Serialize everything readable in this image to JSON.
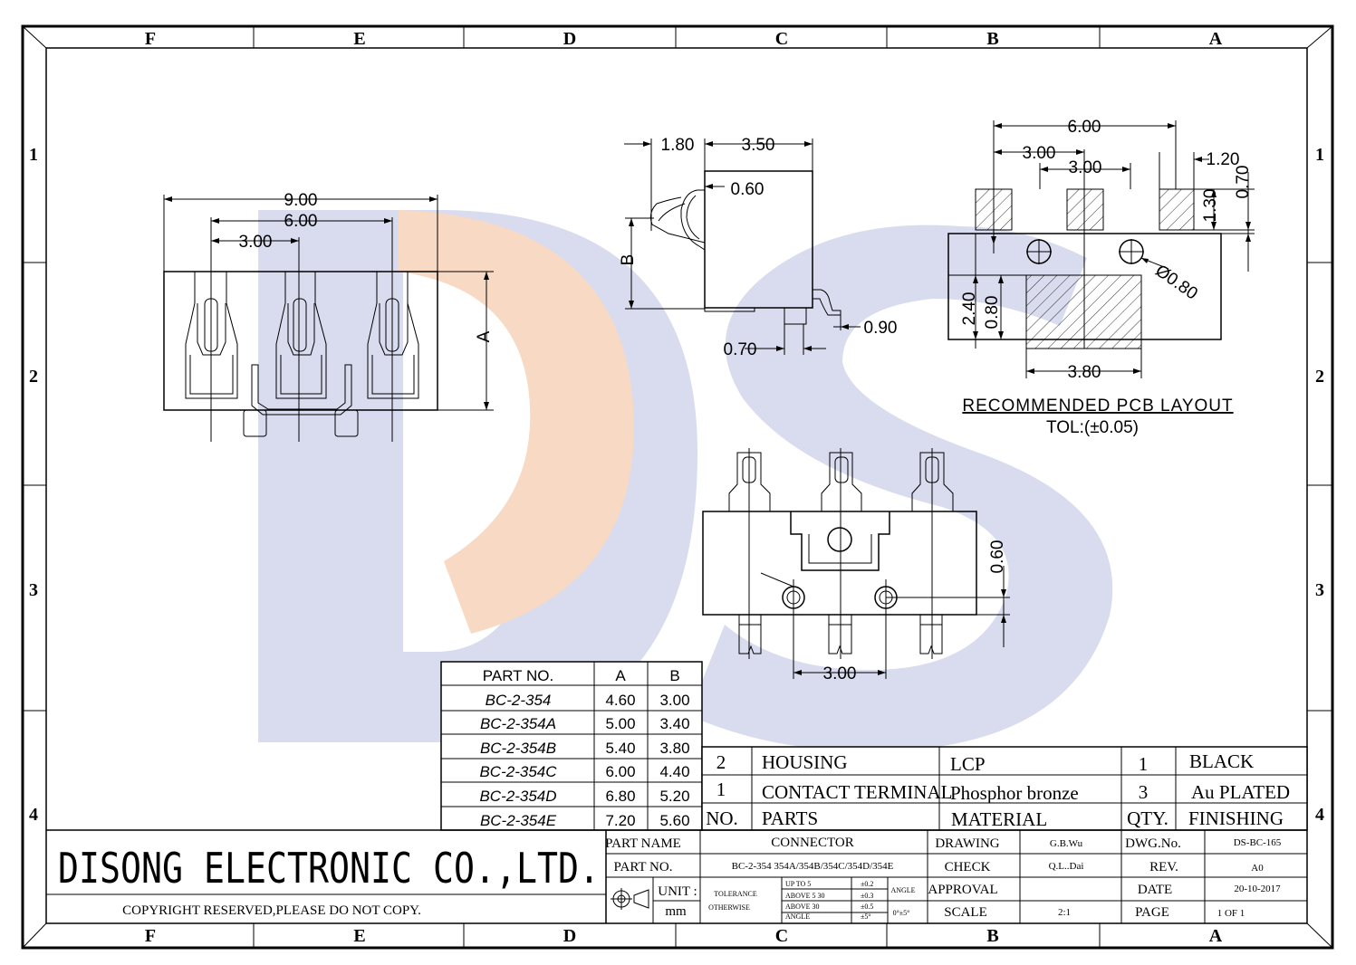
{
  "zones": {
    "columns": [
      "F",
      "E",
      "D",
      "C",
      "B",
      "A"
    ],
    "rows": [
      "1",
      "2",
      "3",
      "4"
    ]
  },
  "dims": {
    "front_9": "9.00",
    "front_6": "6.00",
    "front_3": "3.00",
    "front_A": "A",
    "side_180": "1.80",
    "side_350": "3.50",
    "side_060": "0.60",
    "side_B": "B",
    "side_090": "0.90",
    "side_070": "0.70",
    "pcb_600": "6.00",
    "pcb_300a": "3.00",
    "pcb_300b": "3.00",
    "pcb_120": "1.20",
    "pcb_070": "0.70",
    "pcb_130": "1.30",
    "pcb_phi": "Ø0.80",
    "pcb_240": "2.40",
    "pcb_080": "0.80",
    "pcb_380": "3.80",
    "top_060": "0.60",
    "top_300": "3.00"
  },
  "pcb": {
    "title": "RECOMMENDED PCB LAYOUT",
    "tol": "TOL:(±0.05)"
  },
  "part_table": {
    "headers": [
      "PART NO.",
      "A",
      "B"
    ],
    "rows": [
      [
        "BC-2-354",
        "4.60",
        "3.00"
      ],
      [
        "BC-2-354A",
        "5.00",
        "3.40"
      ],
      [
        "BC-2-354B",
        "5.40",
        "3.80"
      ],
      [
        "BC-2-354C",
        "6.00",
        "4.40"
      ],
      [
        "BC-2-354D",
        "6.80",
        "5.20"
      ],
      [
        "BC-2-354E",
        "7.20",
        "5.60"
      ]
    ]
  },
  "bom": {
    "rows": [
      [
        "2",
        "HOUSING",
        "LCP",
        "1",
        "BLACK"
      ],
      [
        "1",
        "CONTACT TERMINAL",
        "Phosphor bronze",
        "3",
        "Au PLATED"
      ]
    ],
    "header": [
      "NO.",
      "PARTS",
      "MATERIAL",
      "QTY.",
      "FINISHING"
    ]
  },
  "title_block": {
    "company": "DISONG ELECTRONIC CO.,LTD.",
    "copyright": "COPYRIGHT RESERVED,PLEASE DO NOT COPY.",
    "part_name_label": "PART NAME",
    "part_name": "CONNECTOR",
    "part_no_label": "PART NO.",
    "part_no": "BC-2-354  354A/354B/354C/354D/354E",
    "unit_label": "UNIT :",
    "unit": "mm",
    "tolerance": "TOLERANCE",
    "otherwise": "OTHERWISE",
    "up_to_5": "UP TO 5",
    "above_5_30": "ABOVE 5  30",
    "above_30": "ABOVE 30",
    "angle_small": "ANGLE",
    "tol1": "±0.2",
    "tol2": "±0.3",
    "tol3": "±0.5",
    "tol4": "±5°",
    "angle_label": "ANGLE",
    "angle_value": "0°±5°",
    "drawing_label": "DRAWING",
    "drawing": "G.B.Wu",
    "check_label": "CHECK",
    "check": "Q.L..Dai",
    "approval_label": "APPROVAL",
    "approval": "",
    "scale_label": "SCALE",
    "scale": "2:1",
    "dwg_label": "DWG.No.",
    "dwg": "DS-BC-165",
    "rev_label": "REV.",
    "rev": "A0",
    "date_label": "DATE",
    "date": "20-10-2017",
    "page_label": "PAGE",
    "page": "1 OF 1"
  },
  "colors": {
    "watermark_blue": "#d8dcee",
    "watermark_orange": "#f7d9c4"
  }
}
